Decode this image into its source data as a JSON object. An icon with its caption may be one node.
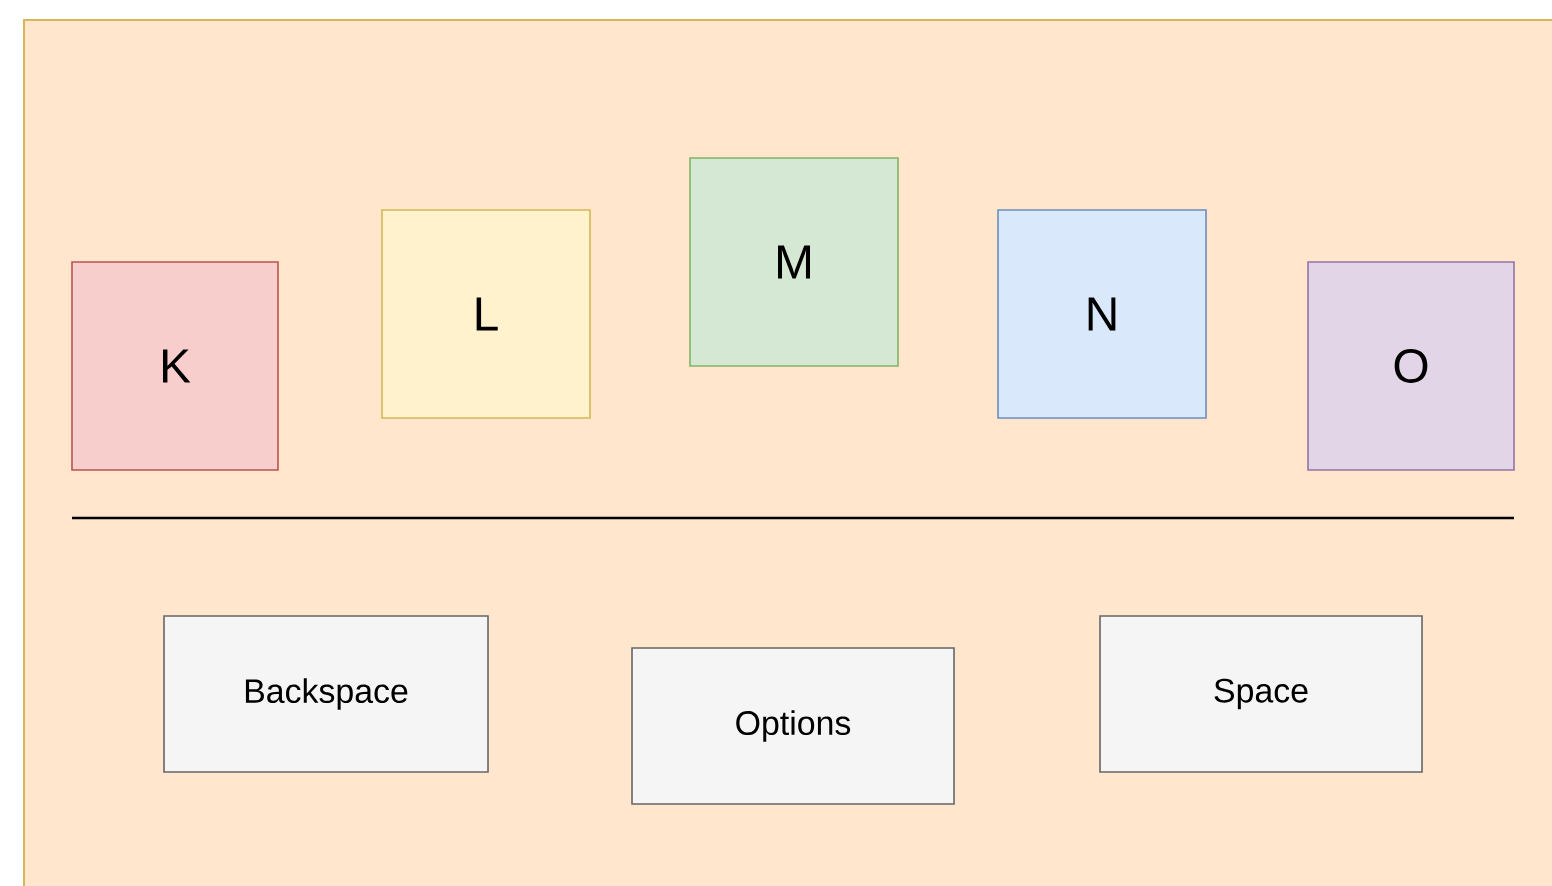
{
  "diagram": {
    "nodes": [
      {
        "text": [],
        "shape": "box"
      },
      {
        "text": [
          "K"
        ],
        "in": 0
      },
      {
        "text": [
          "L"
        ],
        "in": 0
      },
      {
        "text": [
          "M"
        ],
        "in": 0
      },
      {
        "text": [
          "N"
        ],
        "in": 0
      },
      {
        "text": [
          "O"
        ],
        "in": 0
      },
      {
        "text": [
          "Backspace"
        ],
        "in": 0
      },
      {
        "text": [
          "Options"
        ],
        "in": 0
      },
      {
        "text": [
          "Space"
        ],
        "in": 0
      }
    ]
  }
}
